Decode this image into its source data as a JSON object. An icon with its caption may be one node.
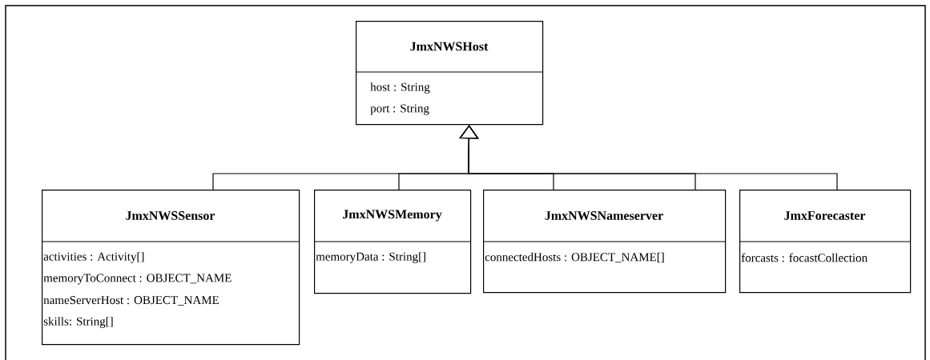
{
  "diagram": {
    "nodes": [
      {
        "text": [
          "JmxNWSHost",
          "host :  String",
          "port : String"
        ]
      },
      {
        "text": [
          "JmxNWSSensor",
          "activities : Activity[]",
          "memoryToConnect :  OBJECT_NAME",
          "nameServerHost : OBJECT_NAME",
          "skills: String[]"
        ]
      },
      {
        "text": [
          "JmxNWSMemory",
          "memoryData : String[]"
        ]
      },
      {
        "text": [
          "JmxNWSNameserver",
          "connectedHosts : OBJECT_NAME[]"
        ]
      },
      {
        "text": [
          "JmxForecaster",
          "forcasts : focastCollection"
        ]
      }
    ],
    "edges": [
      {
        "from": 1,
        "to": 0,
        "arrow": "to"
      },
      {
        "from": 2,
        "to": 0,
        "arrow": "to"
      },
      {
        "from": 3,
        "to": 0,
        "arrow": "to"
      },
      {
        "from": 3,
        "to": 0,
        "arrow": "to"
      },
      {
        "from": 4,
        "to": 0,
        "arrow": "to"
      }
    ]
  }
}
